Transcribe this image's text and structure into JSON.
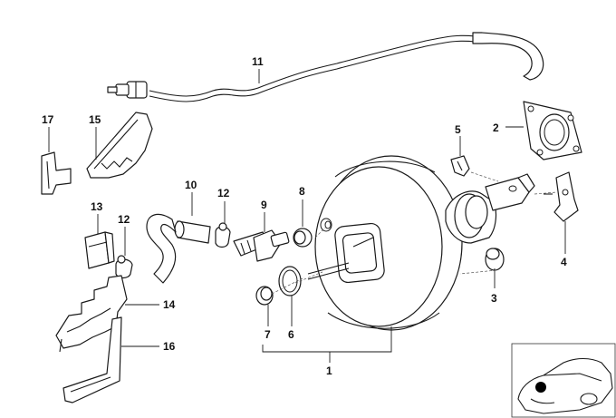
{
  "callouts": {
    "c1": "1",
    "c2": "2",
    "c3": "3",
    "c4": "4",
    "c5": "5",
    "c6": "6",
    "c7": "7",
    "c8": "8",
    "c9": "9",
    "c10": "10",
    "c11": "11",
    "c12a": "12",
    "c12b": "12",
    "c13": "13",
    "c14": "14",
    "c15": "15",
    "c16": "16",
    "c17": "17"
  },
  "colors": {
    "line": "#1a1a1a",
    "background": "#ffffff",
    "locator_dot": "#000000"
  }
}
